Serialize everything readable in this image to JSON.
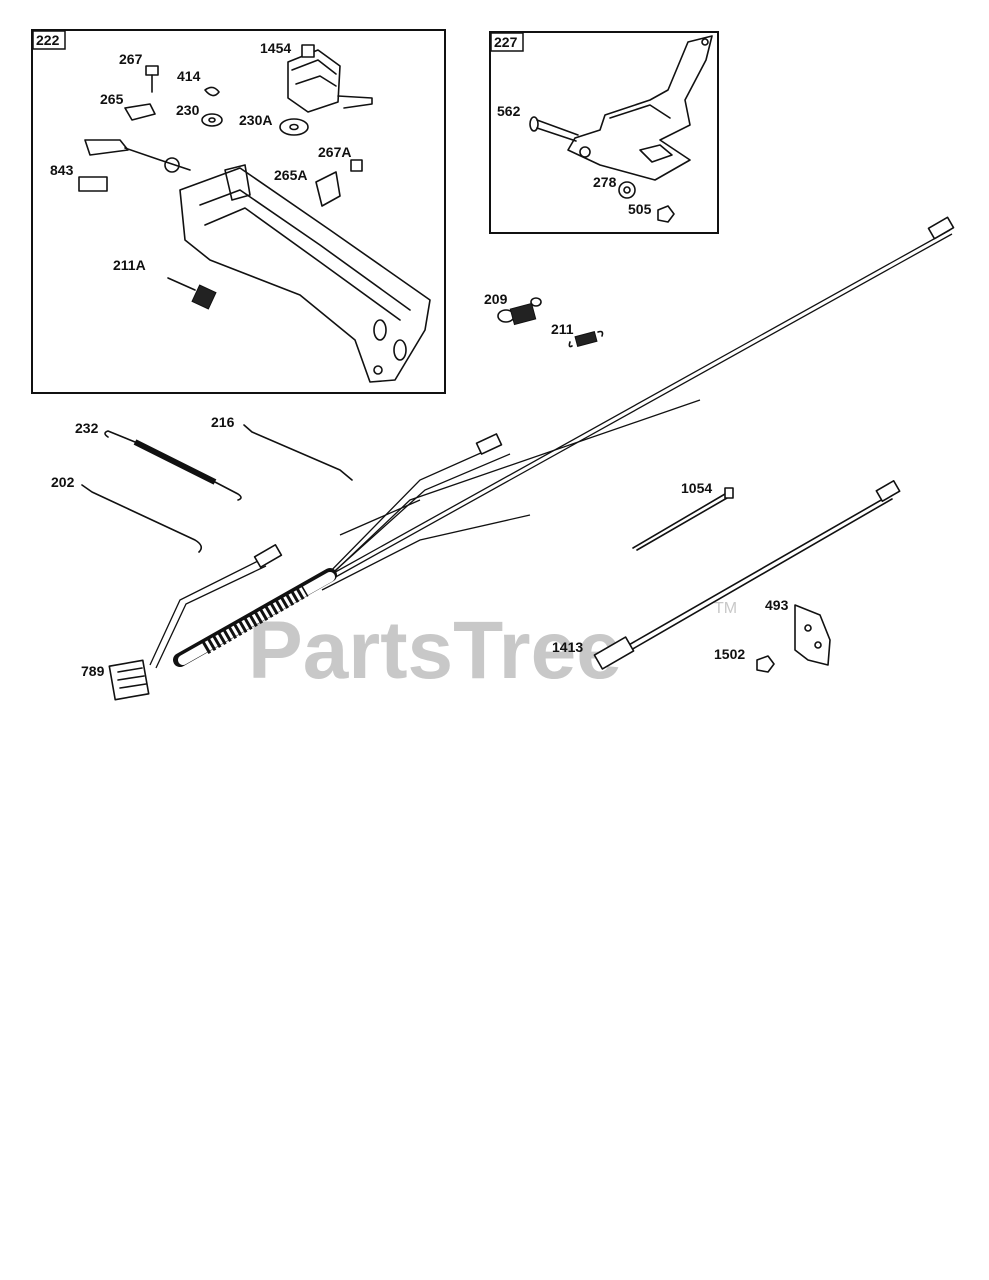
{
  "watermark": {
    "text": "PartsTree",
    "trademark": "TM"
  },
  "boxes": [
    {
      "id": "222",
      "label": "222"
    },
    {
      "id": "227",
      "label": "227"
    }
  ],
  "callouts": [
    {
      "id": "267",
      "text": "267"
    },
    {
      "id": "414",
      "text": "414"
    },
    {
      "id": "1454",
      "text": "1454"
    },
    {
      "id": "265",
      "text": "265"
    },
    {
      "id": "230",
      "text": "230"
    },
    {
      "id": "230A",
      "text": "230A"
    },
    {
      "id": "267A",
      "text": "267A"
    },
    {
      "id": "843",
      "text": "843"
    },
    {
      "id": "265A",
      "text": "265A"
    },
    {
      "id": "211A",
      "text": "211A"
    },
    {
      "id": "562",
      "text": "562"
    },
    {
      "id": "278",
      "text": "278"
    },
    {
      "id": "505",
      "text": "505"
    },
    {
      "id": "209",
      "text": "209"
    },
    {
      "id": "211",
      "text": "211"
    },
    {
      "id": "232",
      "text": "232"
    },
    {
      "id": "216",
      "text": "216"
    },
    {
      "id": "202",
      "text": "202"
    },
    {
      "id": "1054",
      "text": "1054"
    },
    {
      "id": "493",
      "text": "493"
    },
    {
      "id": "1413",
      "text": "1413"
    },
    {
      "id": "1502",
      "text": "1502"
    },
    {
      "id": "789",
      "text": "789"
    }
  ]
}
